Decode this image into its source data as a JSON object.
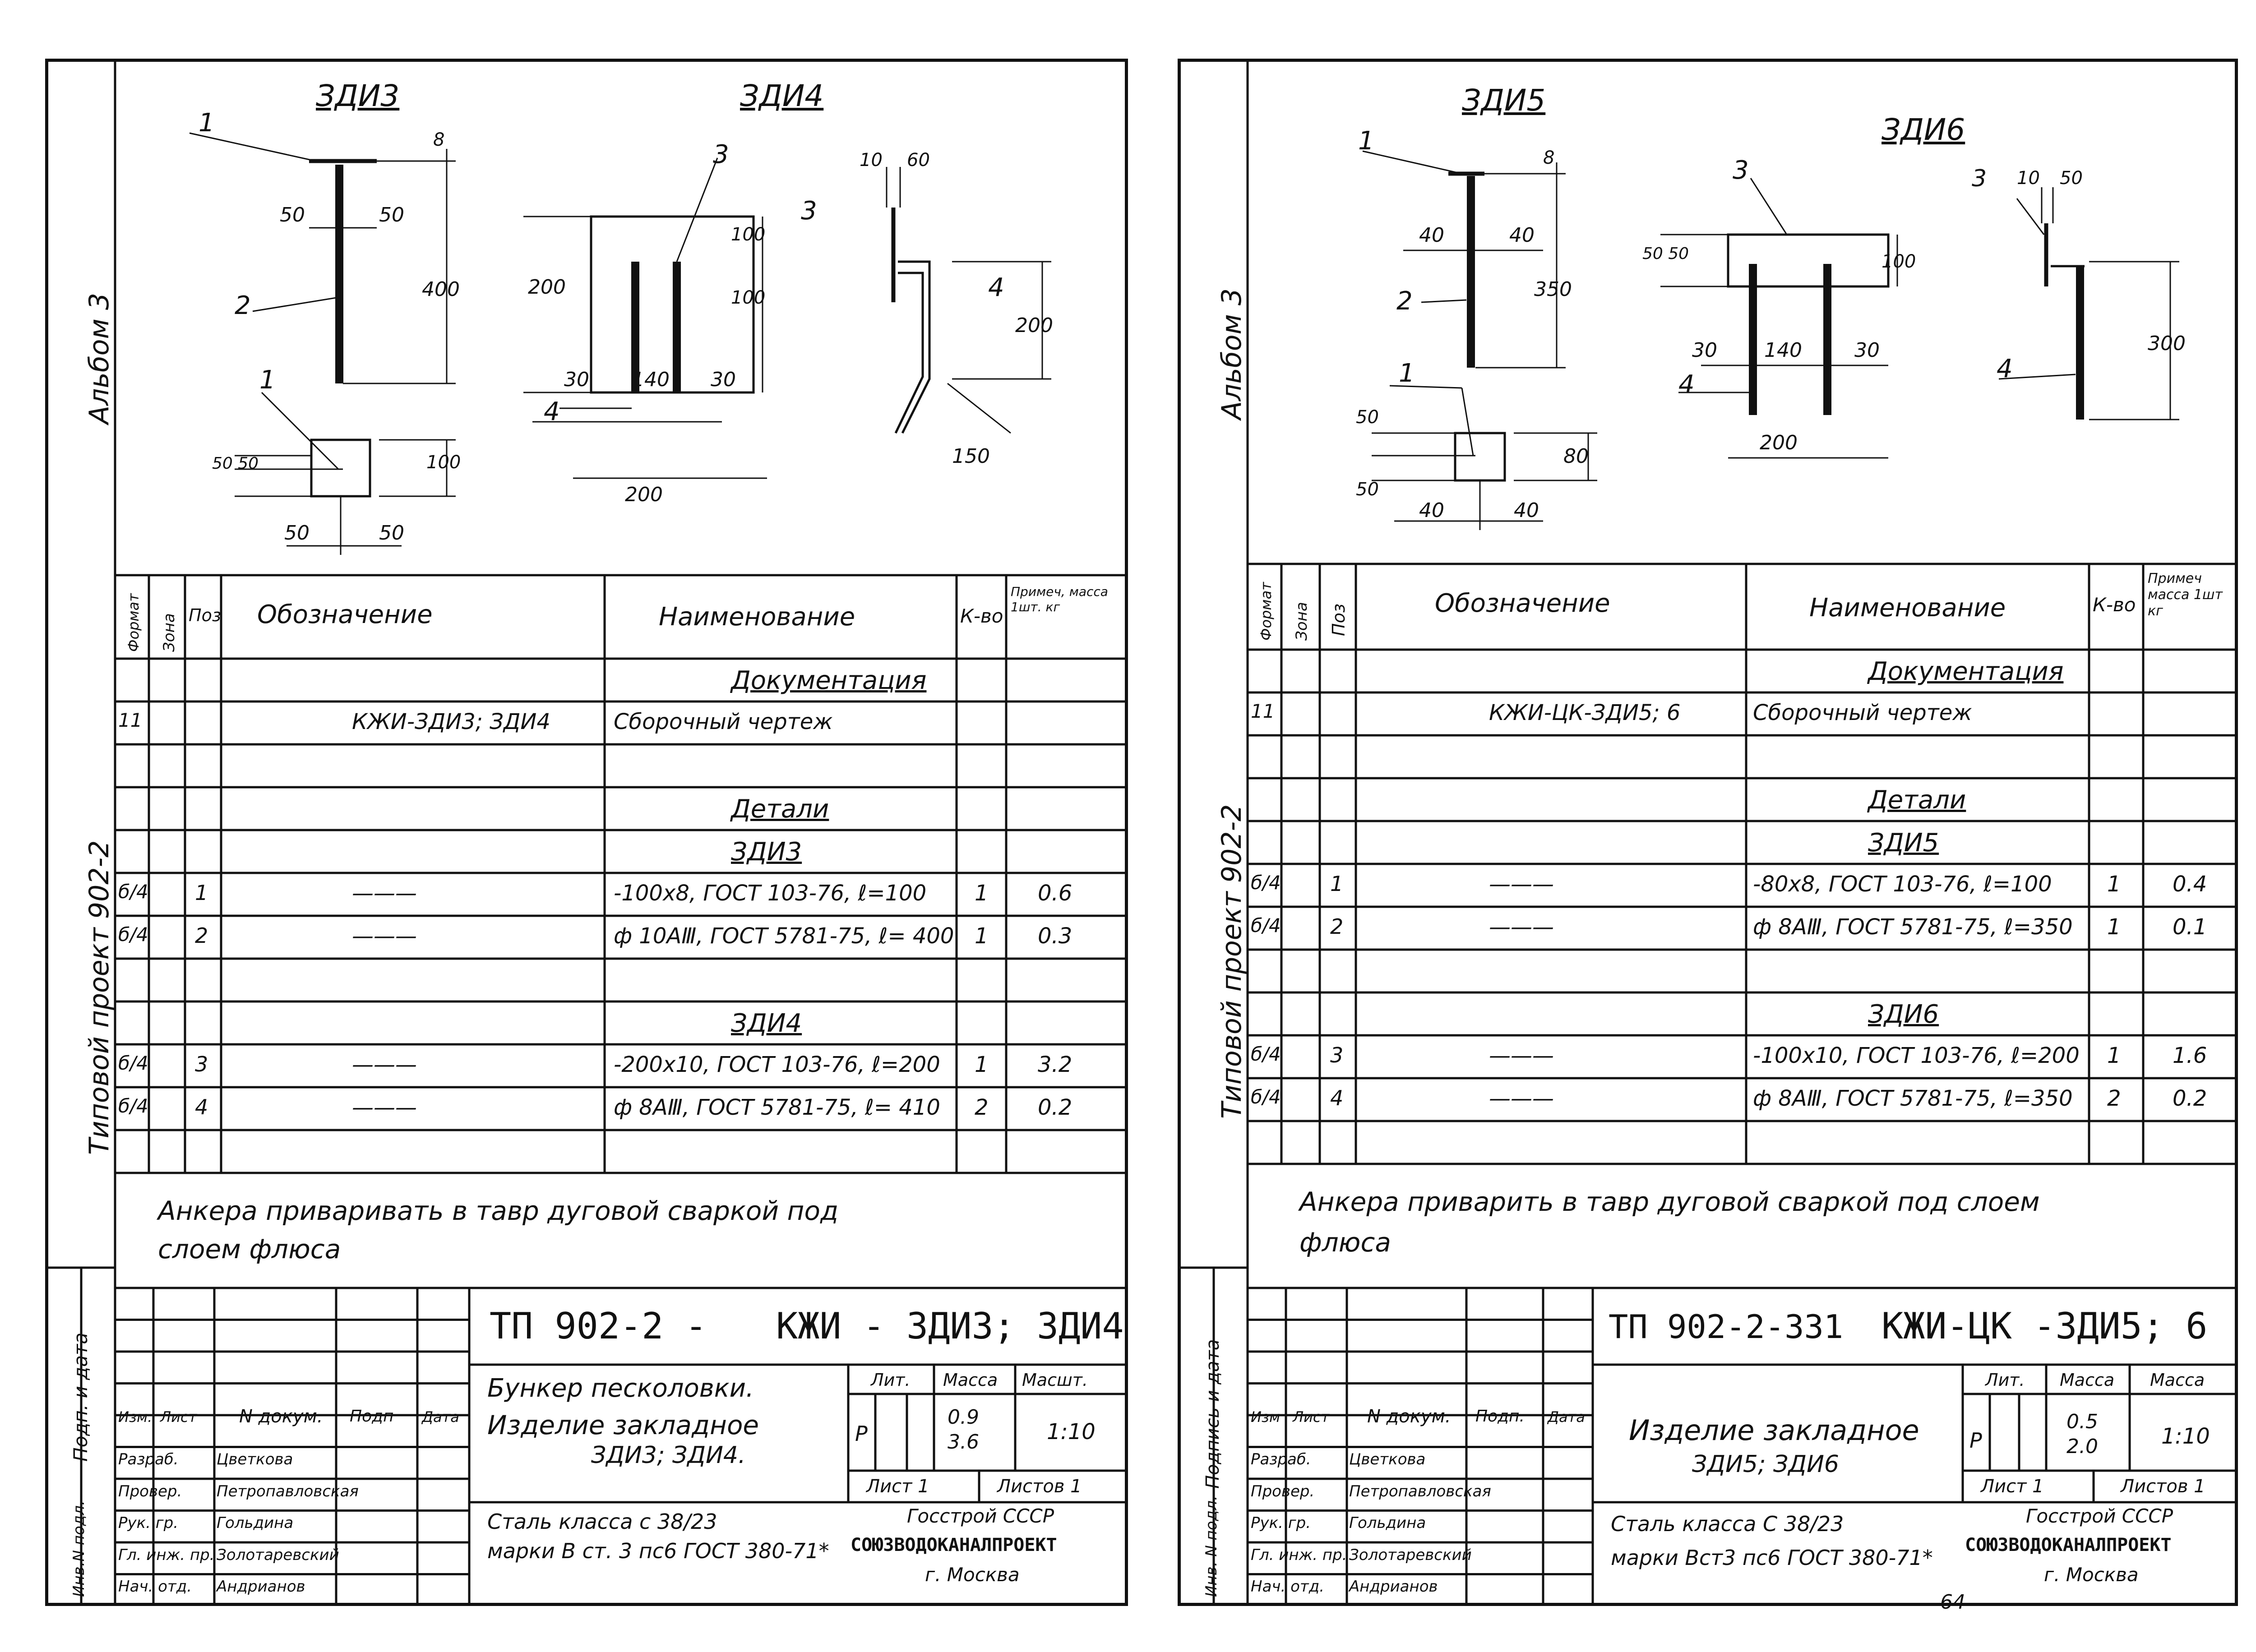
{
  "left": {
    "album": "Альбом 3",
    "project": "Типовой  проект  902-2",
    "stamp_side": [
      "Инв.N подл.",
      "Подп. и дата"
    ],
    "titles": {
      "a": "ЗДИ3",
      "b": "ЗДИ4"
    },
    "dims": {
      "d8": "8",
      "d50a": "50",
      "d50b": "50",
      "d400": "400",
      "p1": "1",
      "p2": "2",
      "p1b": "1",
      "d5050": "50 50",
      "d100": "100",
      "d50c": "50",
      "d50d": "50",
      "d200": "200",
      "d100a": "100",
      "d100b": "100",
      "p3": "3",
      "p4": "4",
      "d30a": "30",
      "d140": "140",
      "d30b": "30",
      "d200b": "200",
      "d10": "10",
      "d60": "60",
      "p3b": "3",
      "p4b": "4",
      "d200c": "200",
      "d150": "150"
    },
    "table": {
      "headers": {
        "format": "Формат",
        "zone": "Зона",
        "pos": "Поз",
        "designation": "Обозначение",
        "name": "Наименование",
        "qty": "К-во",
        "note": "Примеч, масса 1шт. кг"
      },
      "rows": [
        {
          "name": "Документация",
          "underline": true
        },
        {
          "format": "11",
          "designation": "КЖИ-ЗДИ3; ЗДИ4",
          "name": "Сборочный чертеж"
        },
        {},
        {
          "name": "Детали",
          "underline": true
        },
        {
          "name": "ЗДИ3",
          "underline": true
        },
        {
          "format": "б/4",
          "pos": "1",
          "designation": "———",
          "name": "-100х8, ГОСТ 103-76, ℓ=100",
          "qty": "1",
          "note": "0.6"
        },
        {
          "format": "б/4",
          "pos": "2",
          "designation": "———",
          "name": "ф 10АⅢ, ГОСТ 5781-75, ℓ= 400",
          "qty": "1",
          "note": "0.3"
        },
        {},
        {
          "name": "ЗДИ4",
          "underline": true
        },
        {
          "format": "б/4",
          "pos": "3",
          "designation": "———",
          "name": "-200х10, ГОСТ 103-76, ℓ=200",
          "qty": "1",
          "note": "3.2"
        },
        {
          "format": "б/4",
          "pos": "4",
          "designation": "———",
          "name": "ф 8АⅢ, ГОСТ 5781-75, ℓ= 410",
          "qty": "2",
          "note": "0.2"
        },
        {}
      ]
    },
    "note_line1": "Анкера   приваривать   в  тавр   дуговой  сваркой    под",
    "note_line2": "слоем  флюса",
    "stamp": {
      "code": "ТП 902-2 -",
      "code2": "КЖИ - ЗДИ3; ЗДИ4",
      "object": "Бункер  песколовки.",
      "item1": "Изделие   закладное",
      "item2": "ЗДИ3;  ЗДИ4.",
      "steel1": "Сталь  класса    с 38/23",
      "steel2": "марки  В ст. 3  пс6  ГОСТ 380-71*",
      "lit": "Лит.",
      "mass": "Масса",
      "scale": "Масшт.",
      "lit_val": "Р",
      "mass_val1": "0.9",
      "mass_val2": "3.6",
      "scale_val": "1:10",
      "sheet": "Лист 1",
      "sheets": "Листов 1",
      "org1": "Госстрой СССР",
      "org2": "СОЮЗВОДОКАНАЛПРОЕКТ",
      "org3": "г. Москва",
      "col_izm": "Изм.",
      "col_list": "Лист",
      "col_doc": "N докум.",
      "col_sign": "Подп",
      "col_date": "Дата",
      "roles": [
        "Разраб.",
        "Провер.",
        "Рук. гр.",
        "Гл. инж. пр.",
        "Нач. отд."
      ],
      "names": [
        "Цветкова",
        "Петропавловская",
        "Гольдина",
        "Золотаревский",
        "Андрианов"
      ]
    }
  },
  "right": {
    "album": "Альбом 3",
    "project": "Типовой  проект  902-2",
    "stamp_side": [
      "Инв. N подл.",
      "Подпись и дата"
    ],
    "titles": {
      "a": "ЗДИ5",
      "b": "ЗДИ6"
    },
    "dims": {
      "d8": "8",
      "d40a": "40",
      "d40b": "40",
      "d350": "350",
      "p1": "1",
      "p2": "2",
      "p1b": "1",
      "d50a": "50",
      "d50b": "50",
      "d80": "80",
      "d40c": "40",
      "d40d": "40",
      "d5050": "50 50",
      "d100": "100",
      "p3": "3",
      "p4": "4",
      "d30a": "30",
      "d140": "140",
      "d30b": "30",
      "d200": "200",
      "p3b": "3",
      "d10": "10",
      "d50c": "50",
      "p4b": "4",
      "d300": "300"
    },
    "table": {
      "headers": {
        "format": "Формат",
        "zone": "Зона",
        "pos": "Поз",
        "designation": "Обозначение",
        "name": "Наименование",
        "qty": "К-во",
        "note": "Примеч масса 1шт кг"
      },
      "rows": [
        {
          "name": "Документация",
          "underline": true
        },
        {
          "format": "11",
          "designation": "КЖИ-ЦК-ЗДИ5; 6",
          "name": "Сборочный  чертеж"
        },
        {},
        {
          "name": "Детали",
          "underline": true
        },
        {
          "name": "ЗДИ5",
          "underline": true
        },
        {
          "format": "б/4",
          "pos": "1",
          "designation": "———",
          "name": "-80х8, ГОСТ 103-76, ℓ=100",
          "qty": "1",
          "note": "0.4"
        },
        {
          "format": "б/4",
          "pos": "2",
          "designation": "———",
          "name": "ф 8АⅢ, ГОСТ 5781-75, ℓ=350",
          "qty": "1",
          "note": "0.1"
        },
        {},
        {
          "name": "ЗДИ6",
          "underline": true
        },
        {
          "format": "б/4",
          "pos": "3",
          "designation": "———",
          "name": "-100х10, ГОСТ 103-76, ℓ=200",
          "qty": "1",
          "note": "1.6"
        },
        {
          "format": "б/4",
          "pos": "4",
          "designation": "———",
          "name": "ф 8АⅢ, ГОСТ 5781-75,  ℓ=350",
          "qty": "2",
          "note": "0.2"
        },
        {}
      ]
    },
    "note_line1": "Анкера    приварить   в  тавр  дуговой   сваркой   под   слоем",
    "note_line2": "флюса",
    "stamp": {
      "code": "ТП 902-2-331",
      "code2": "КЖИ-ЦК -ЗДИ5; 6",
      "object": "",
      "item1": "Изделие  закладное",
      "item2": "ЗДИ5;  ЗДИ6",
      "steel1": "Сталь  класса   С 38/23",
      "steel2": "марки  Вст3   пс6  ГОСТ 380-71*",
      "lit": "Лит.",
      "mass": "Масса",
      "scale": "Масса",
      "lit_val": "Р",
      "mass_val1": "0.5",
      "mass_val2": "2.0",
      "scale_val": "1:10",
      "sheet": "Лист 1",
      "sheets": "Листов 1",
      "org1": "Госстрой СССР",
      "org2": "СОЮЗВОДОКАНАЛПРОЕКТ",
      "org3": "г. Москва",
      "col_izm": "Изм",
      "col_list": "Лист",
      "col_doc": "N докум.",
      "col_sign": "Подп.",
      "col_date": "Дата",
      "roles": [
        "Разраб.",
        "Провер.",
        "Рук. гр.",
        "Гл. инж. пр.",
        "Нач. отд."
      ],
      "names": [
        "Цветкова",
        "Петропавловская",
        "Гольдина",
        "Золотаревский",
        "Андрианов"
      ]
    },
    "page_number": "64"
  }
}
